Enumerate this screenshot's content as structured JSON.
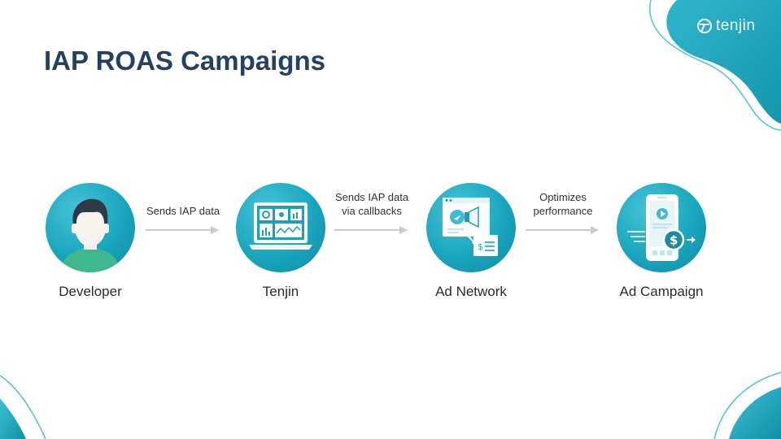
{
  "brand": {
    "name": "tenjin",
    "logo_icon": "tenjin-logo-icon"
  },
  "title": "IAP ROAS Campaigns",
  "diagram": {
    "nodes": [
      {
        "id": "developer",
        "label": "Developer",
        "icon": "developer-person-icon"
      },
      {
        "id": "tenjin",
        "label": "Tenjin",
        "icon": "tenjin-dashboard-laptop-icon"
      },
      {
        "id": "ad-network",
        "label": "Ad Network",
        "icon": "ad-network-megaphone-icon"
      },
      {
        "id": "ad-campaign",
        "label": "Ad Campaign",
        "icon": "ad-campaign-phone-dollar-icon"
      }
    ],
    "edges": [
      {
        "from": "developer",
        "to": "tenjin",
        "lines": [
          "Sends IAP data"
        ]
      },
      {
        "from": "tenjin",
        "to": "ad-network",
        "lines": [
          "Sends IAP data",
          "via callbacks"
        ]
      },
      {
        "from": "ad-network",
        "to": "ad-campaign",
        "lines": [
          "Optimizes",
          "performance"
        ]
      }
    ]
  },
  "colors": {
    "accent": "#1aa6bd",
    "title": "#24415f",
    "arrow": "#c9c9c9",
    "deco_light": "#7fd3df"
  }
}
